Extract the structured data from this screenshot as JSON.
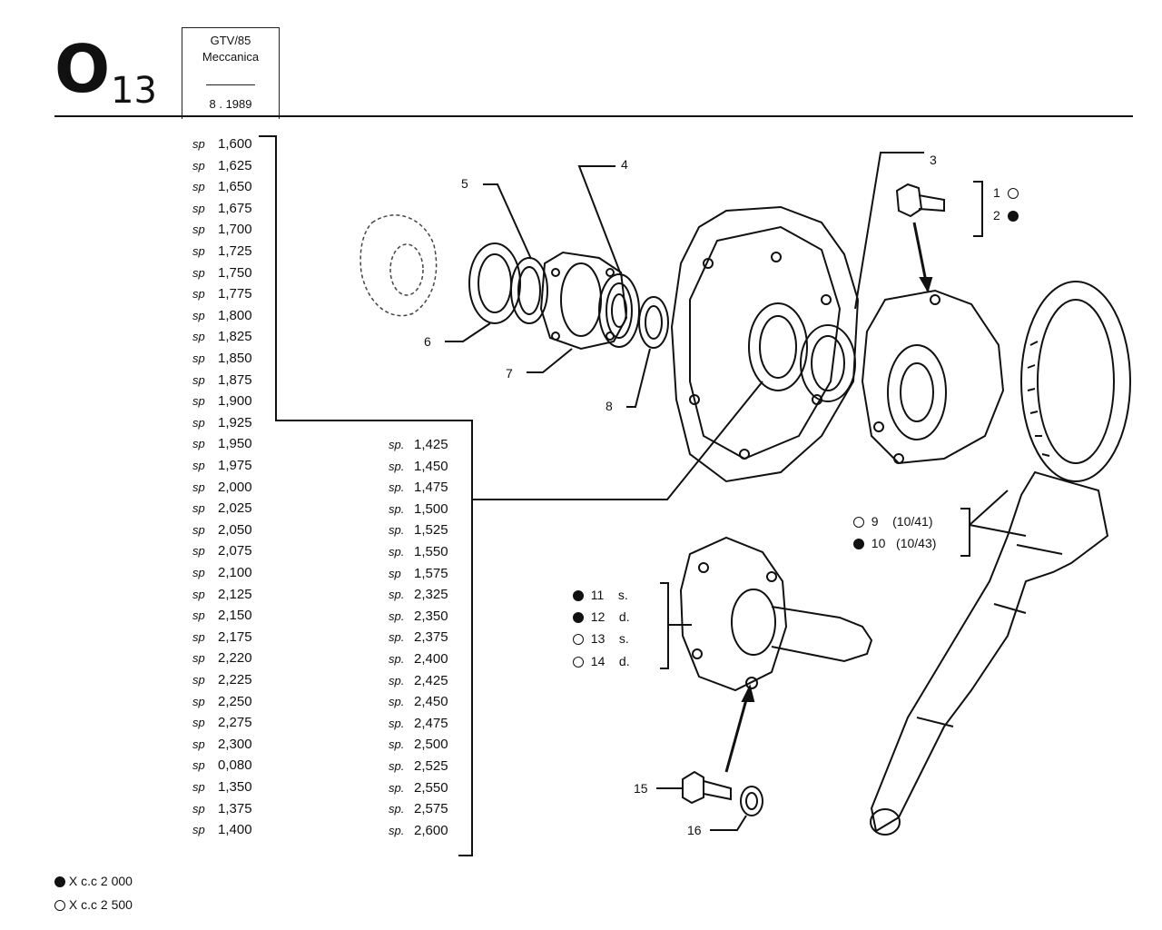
{
  "header": {
    "code_letter": "O",
    "code_number": "13",
    "model": "GTV/85",
    "section": "Meccanica",
    "date": "8 . 1989"
  },
  "shim_list_left": {
    "prefix": "sp",
    "values": [
      "1,600",
      "1,625",
      "1,650",
      "1,675",
      "1,700",
      "1,725",
      "1,750",
      "1,775",
      "1,800",
      "1,825",
      "1,850",
      "1,875",
      "1,900",
      "1,925",
      "1,950",
      "1,975",
      "2,000",
      "2,025",
      "2,050",
      "2,075",
      "2,100",
      "2,125",
      "2,150",
      "2,175",
      "2,220",
      "2,225",
      "2,250",
      "2,275",
      "2,300",
      "0,080",
      "1,350",
      "1,375",
      "1,400"
    ]
  },
  "shim_list_right": {
    "prefixes": [
      "sp.",
      "sp.",
      "sp.",
      "sp.",
      "sp.",
      "sp.",
      "sp",
      "sp.",
      "sp.",
      "sp.",
      "sp.",
      "sp.",
      "sp.",
      "sp.",
      "sp.",
      "sp.",
      "sp.",
      "sp.",
      "sp."
    ],
    "values": [
      "1,425",
      "1,450",
      "1,475",
      "1,500",
      "1,525",
      "1,550",
      "1,575",
      "2,325",
      "2,350",
      "2,375",
      "2,400",
      "2,425",
      "2,450",
      "2,475",
      "2,500",
      "2,525",
      "2,550",
      "2,575",
      "2,600"
    ]
  },
  "part_callouts": [
    "1",
    "2",
    "3",
    "4",
    "5",
    "6",
    "7",
    "8",
    "15",
    "16"
  ],
  "variant_groups": {
    "ring_gear": [
      {
        "marker": "open",
        "number": "9",
        "ratio": "(10/41)"
      },
      {
        "marker": "filled",
        "number": "10",
        "ratio": "(10/43)"
      }
    ],
    "side_shafts": [
      {
        "marker": "filled",
        "number": "11",
        "side": "s."
      },
      {
        "marker": "filled",
        "number": "12",
        "side": "d."
      },
      {
        "marker": "open",
        "number": "13",
        "side": "s."
      },
      {
        "marker": "open",
        "number": "14",
        "side": "d."
      }
    ]
  },
  "legend": [
    {
      "marker": "filled",
      "text": "X c.c 2 000"
    },
    {
      "marker": "open",
      "text": "X c.c 2 500"
    }
  ],
  "colors": {
    "ink": "#111111",
    "paper": "#ffffff"
  }
}
